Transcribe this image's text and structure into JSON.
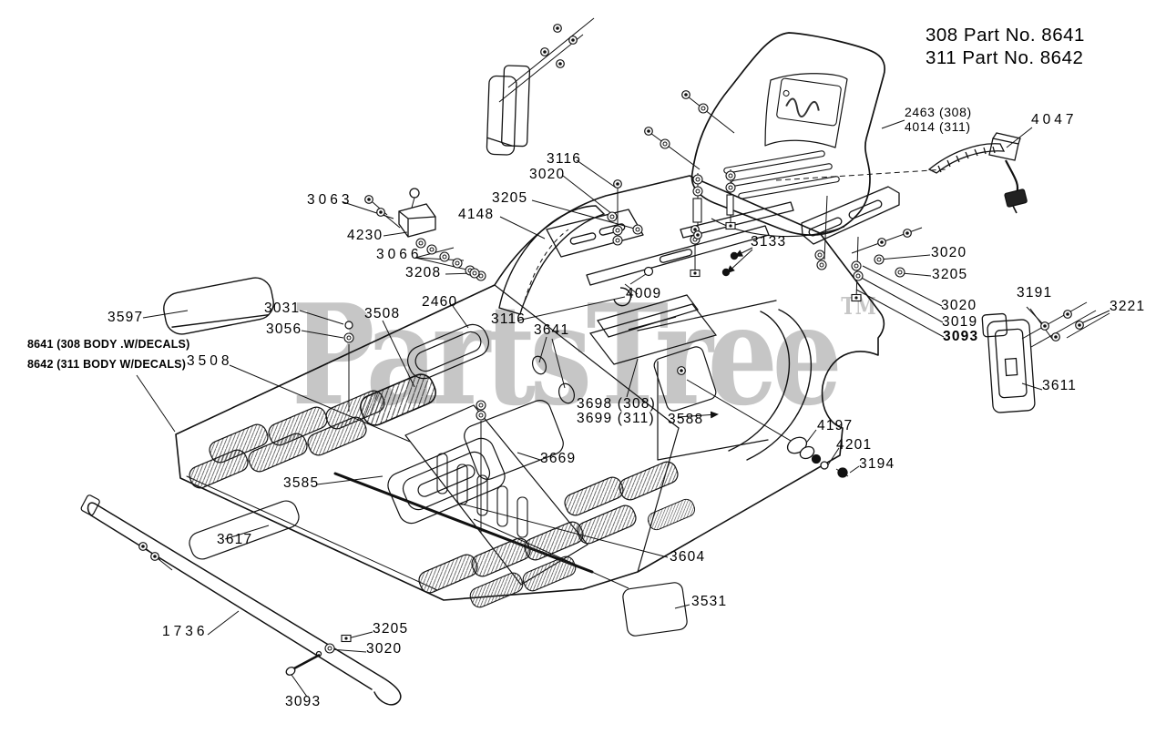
{
  "header": {
    "line1": "308 Part No. 8641",
    "line2": "311 Part No. 8642"
  },
  "watermark": {
    "text": "PartsTree",
    "tm": "TM"
  },
  "callouts": [
    "3063",
    "4230",
    "3066",
    "3208",
    "3116",
    "3020",
    "3205",
    "4148",
    "2460",
    "3116",
    "3641",
    "4009",
    "3698 (308)",
    "3699 (311)",
    "3588",
    "3508",
    "3031",
    "3056",
    "3597",
    "8641 (308 BODY .W/DECALS)",
    "8642 (311 BODY W/DECALS)",
    "3508",
    "2463 (308)",
    "4014 (311)",
    "4047",
    "3133",
    "3020",
    "3205",
    "3020",
    "3019",
    "3093",
    "3191",
    "3221",
    "3611",
    "3669",
    "3585",
    "3617",
    "3604",
    "3531",
    "4197",
    "4201",
    "3194",
    "1736",
    "3205",
    "3020",
    "3093"
  ]
}
